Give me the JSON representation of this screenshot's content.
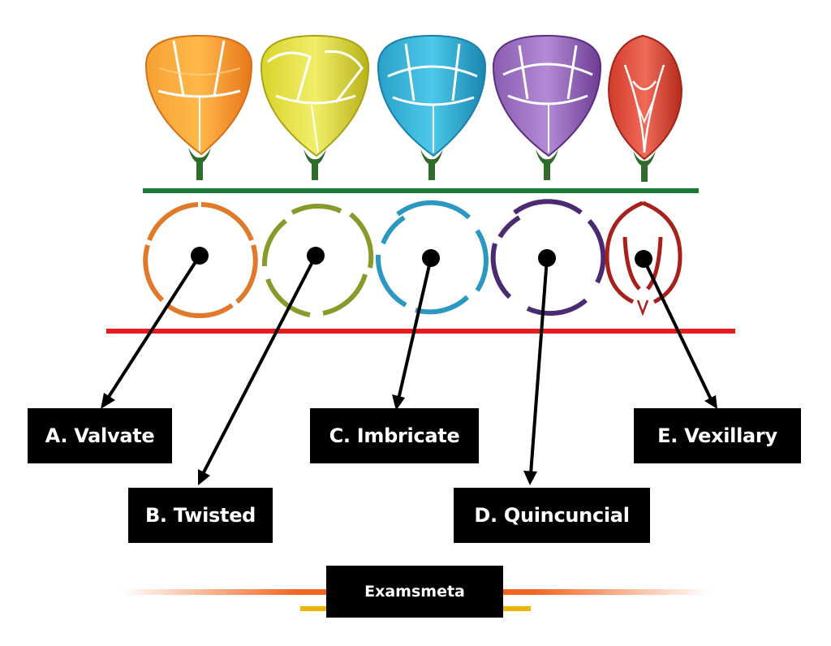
{
  "labels": {
    "a": "A. Valvate",
    "b": "B. Twisted",
    "c": "C. Imbricate",
    "d": "D. Quincuncial",
    "e": "E. Vexillary"
  },
  "brand": "Examsmeta",
  "colors": {
    "valvate": "#f08a1c",
    "twisted": "#c9c41a",
    "imbricate": "#2ba8cf",
    "quincuncial": "#8a4fa8",
    "vexillary": "#d63a2a",
    "stem": "#2f6b2a",
    "top_rule": "#1a7a3a",
    "bottom_rule": "#e81c1c",
    "brand_line": "#f0b400"
  }
}
